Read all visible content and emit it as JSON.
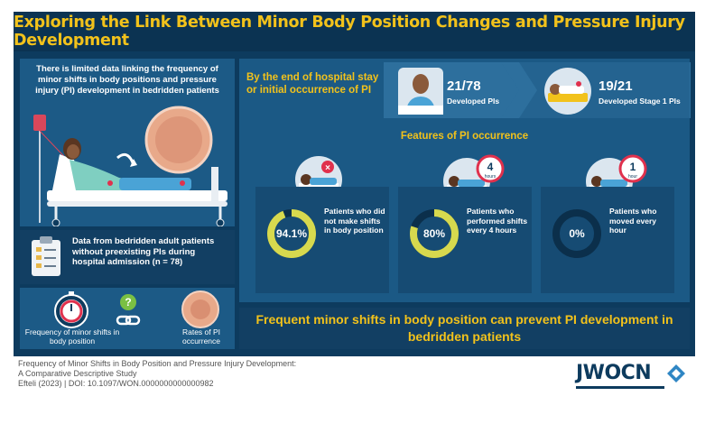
{
  "title": "Exploring the Link Between Minor Body Position Changes and Pressure Injury Development",
  "left_panel": {
    "intro": "There is limited data linking the frequency of minor shifts in body positions and pressure injury (PI) development in bedridden patients",
    "data_note": "Data from bedridden adult patients without preexisting PIs during hospital admission (n = 78)",
    "frequency_label": "Frequency of minor shifts in body position",
    "rates_label": "Rates of PI occurrence",
    "link_symbol": "?"
  },
  "outcomes": {
    "heading": "By the end of hospital stay or initial occurrence of PI",
    "developed": {
      "value": "21/78",
      "label": "Developed PIs"
    },
    "stage1": {
      "value": "19/21",
      "label": "Developed Stage 1 PIs"
    }
  },
  "features": {
    "title": "Features of PI occurrence",
    "cards": [
      {
        "value": "94.1%",
        "percent": 94.1,
        "label": "Patients who did not make shifts in body position",
        "badge": "×"
      },
      {
        "value": "80%",
        "percent": 80,
        "label": "Patients who performed shifts every 4 hours",
        "badge_num": "4",
        "badge_unit": "hours"
      },
      {
        "value": "0%",
        "percent": 0,
        "label": "Patients who moved every hour",
        "badge_num": "1",
        "badge_unit": "hour"
      }
    ]
  },
  "conclusion": "Frequent minor shifts in body position can prevent PI development in bedridden patients",
  "citation": {
    "line1": "Frequency of Minor Shifts in Body Position and Pressure Injury Development:",
    "line2": "A Comparative Descriptive Study",
    "line3": "Efteli  (2023) | DOI: 10.1097/WON.0000000000000982"
  },
  "logo": {
    "text": "JWOCN"
  },
  "colors": {
    "navy": "#0d3b5e",
    "panel": "#1b5985",
    "accent": "#f2c21b",
    "ring_track": "#0b2f4b"
  }
}
